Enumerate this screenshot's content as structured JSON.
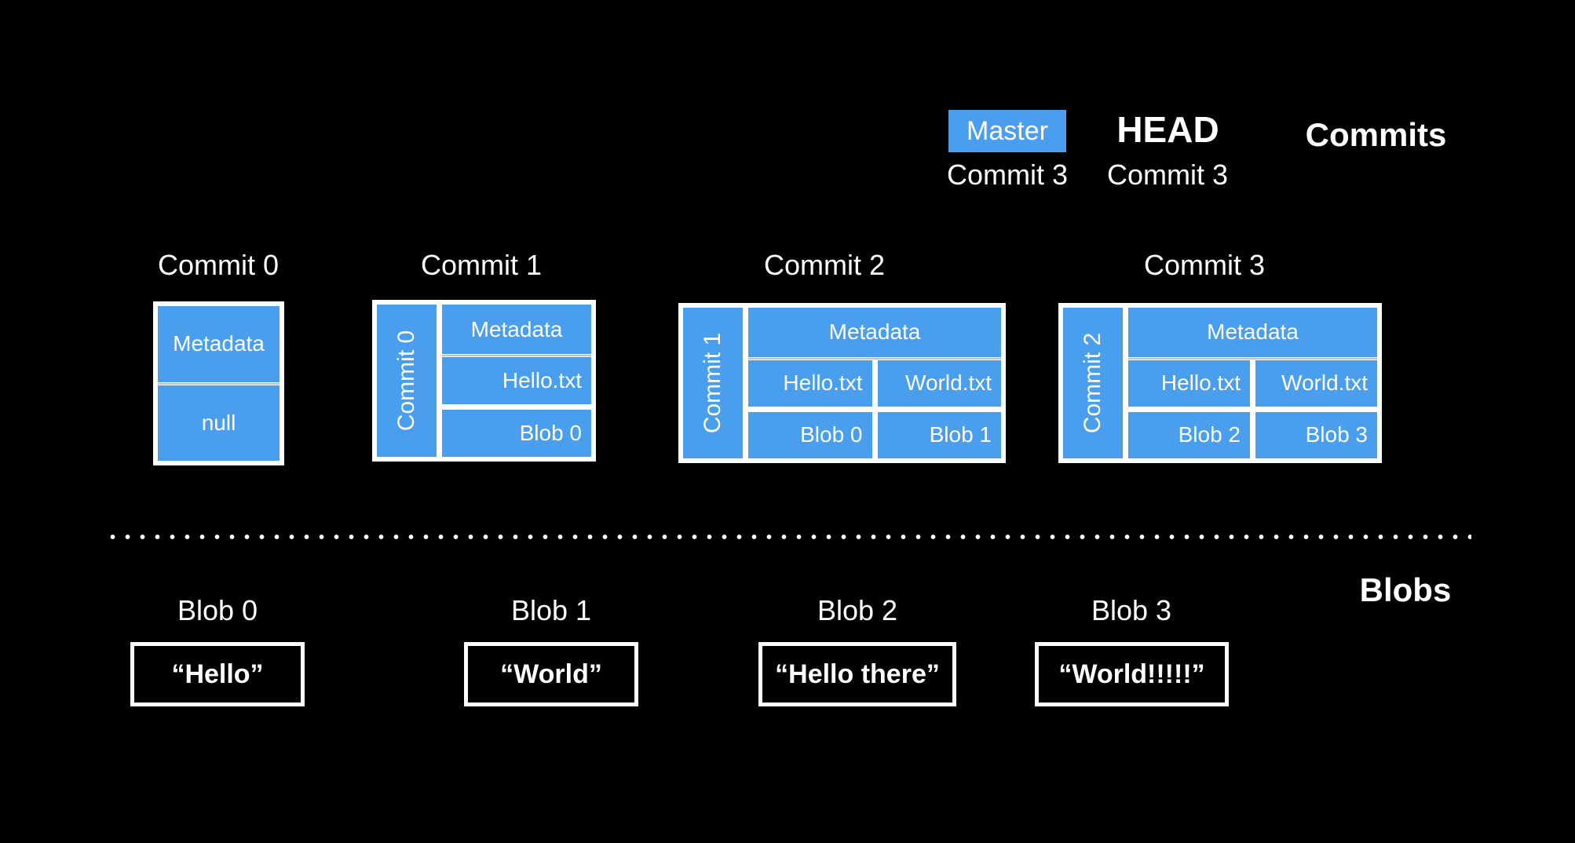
{
  "colors": {
    "background": "#000000",
    "accent_blue": "#4a9eee",
    "text": "#ffffff",
    "separator_gray": "#c2c2c2"
  },
  "header": {
    "master_badge": "Master",
    "master_ref": "Commit 3",
    "head_label": "HEAD",
    "head_ref": "Commit 3",
    "commits_title": "Commits"
  },
  "commits": [
    {
      "title": "Commit 0",
      "metadata_label": "Metadata",
      "null_label": "null"
    },
    {
      "title": "Commit 1",
      "parent_label": "Commit 0",
      "metadata_label": "Metadata",
      "files": [
        "Hello.txt"
      ],
      "blobs": [
        "Blob 0"
      ]
    },
    {
      "title": "Commit 2",
      "parent_label": "Commit 1",
      "metadata_label": "Metadata",
      "files": [
        "Hello.txt",
        "World.txt"
      ],
      "blobs": [
        "Blob 0",
        "Blob 1"
      ]
    },
    {
      "title": "Commit 3",
      "parent_label": "Commit 2",
      "metadata_label": "Metadata",
      "files": [
        "Hello.txt",
        "World.txt"
      ],
      "blobs": [
        "Blob 2",
        "Blob 3"
      ]
    }
  ],
  "blobs_section": {
    "title": "Blobs",
    "items": [
      {
        "title": "Blob 0",
        "content": "“Hello”"
      },
      {
        "title": "Blob 1",
        "content": "“World”"
      },
      {
        "title": "Blob 2",
        "content": "“Hello there”"
      },
      {
        "title": "Blob 3",
        "content": "“World!!!!!”"
      }
    ]
  }
}
